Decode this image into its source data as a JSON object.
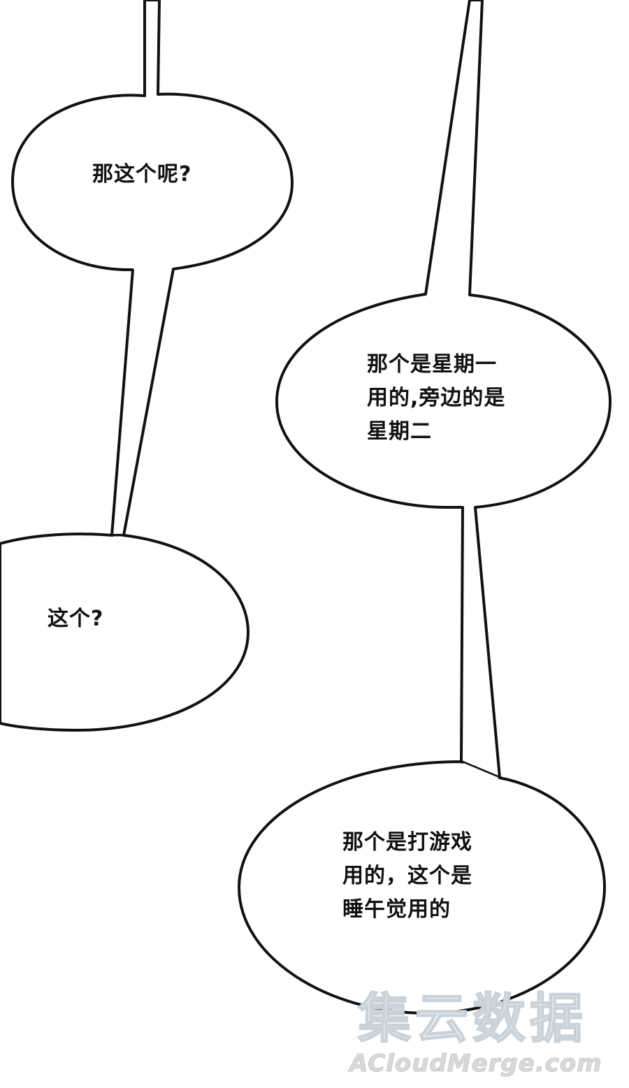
{
  "bubbles": {
    "b1": {
      "text": "那这个呢?"
    },
    "b2": {
      "text": "那个是星期一\n用的,旁边的是\n星期二"
    },
    "b3": {
      "text": "这个?"
    },
    "b4": {
      "text": "那个是打游戏\n用的，这个是\n睡午觉用的"
    }
  },
  "watermark": {
    "cn": "集云数据",
    "en": "ACloudMerge.com"
  },
  "colors": {
    "ink": "#111111",
    "paper": "#ffffff",
    "watermark_fill": "#e8edf1",
    "watermark_outline": "#c9d2d9"
  }
}
